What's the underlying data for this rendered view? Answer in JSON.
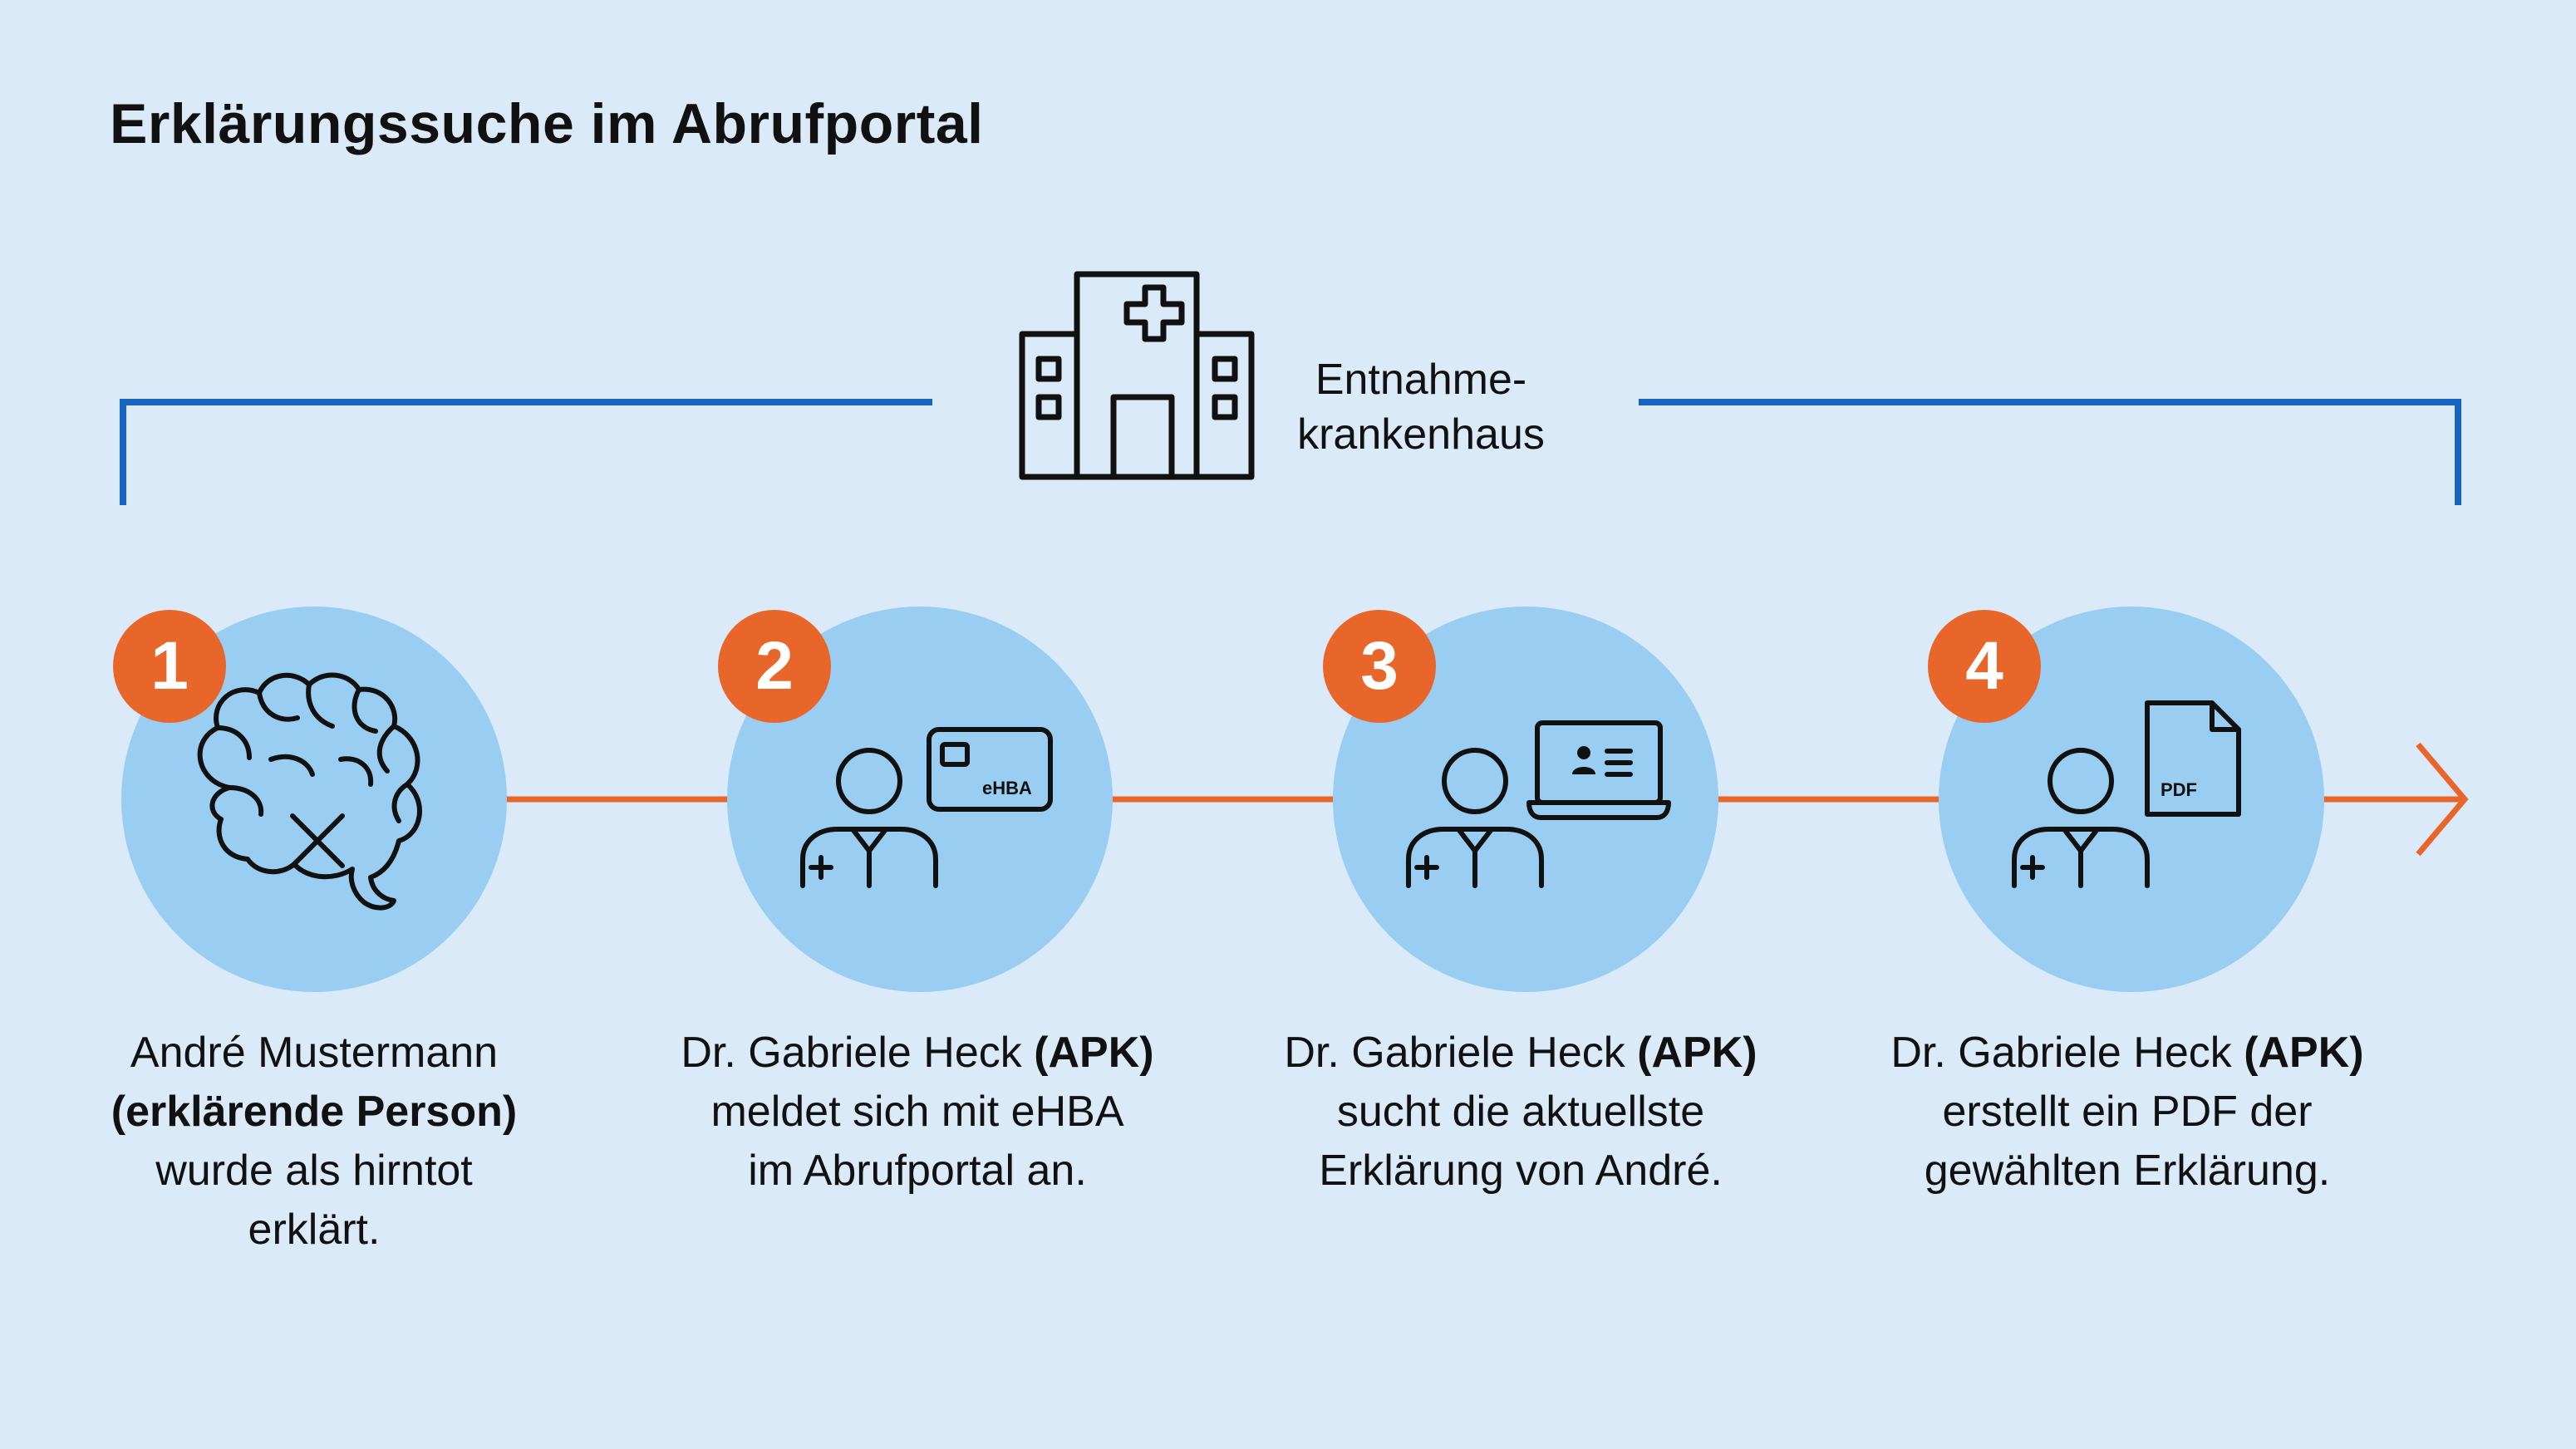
{
  "title": "Erklärungssuche im Abrufportal",
  "hospital": {
    "icon": "hospital-icon",
    "label_line1": "Entnahme-",
    "label_line2": "krankenhaus"
  },
  "colors": {
    "background": "#dbeaf8",
    "bracket": "#1565c0",
    "circle": "#99cdf1",
    "timeline": "#e9662a",
    "badge": "#e9662a",
    "icon_stroke": "#111111"
  },
  "steps": [
    {
      "number": "1",
      "icon": "brain-icon",
      "lines": [
        {
          "pre": "André Mustermann",
          "bold": "",
          "post": ""
        },
        {
          "pre": "",
          "bold": "(erklärende Person)",
          "post": ""
        },
        {
          "pre": "wurde als hirntot",
          "bold": "",
          "post": ""
        },
        {
          "pre": "erklärt.",
          "bold": "",
          "post": ""
        }
      ]
    },
    {
      "number": "2",
      "icon": "doctor-card-icon",
      "card_label": "eHBA",
      "lines": [
        {
          "pre": "Dr. Gabriele Heck ",
          "bold": "(APK)",
          "post": ""
        },
        {
          "pre": "meldet sich mit eHBA",
          "bold": "",
          "post": ""
        },
        {
          "pre": "im Abrufportal an.",
          "bold": "",
          "post": ""
        }
      ]
    },
    {
      "number": "3",
      "icon": "doctor-laptop-icon",
      "lines": [
        {
          "pre": "Dr. Gabriele Heck ",
          "bold": "(APK)",
          "post": ""
        },
        {
          "pre": "sucht die aktuellste",
          "bold": "",
          "post": ""
        },
        {
          "pre": "Erklärung von André.",
          "bold": "",
          "post": ""
        }
      ]
    },
    {
      "number": "4",
      "icon": "doctor-pdf-icon",
      "pdf_label": "PDF",
      "lines": [
        {
          "pre": "Dr. Gabriele Heck ",
          "bold": "(APK)",
          "post": ""
        },
        {
          "pre": "erstellt ein PDF der",
          "bold": "",
          "post": ""
        },
        {
          "pre": "gewählten Erklärung.",
          "bold": "",
          "post": ""
        }
      ]
    }
  ]
}
